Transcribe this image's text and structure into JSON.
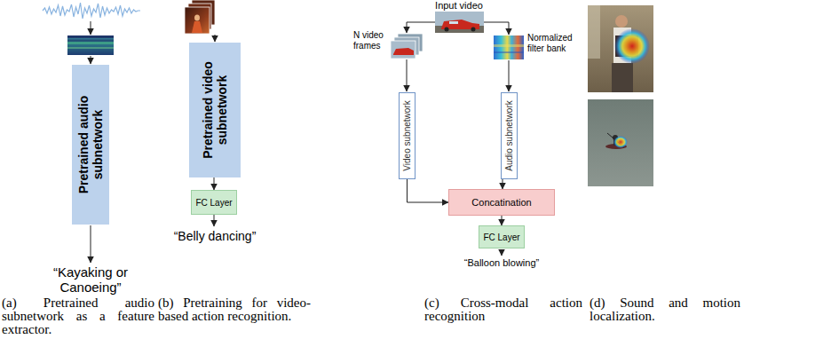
{
  "diagram": {
    "nodes": [
      {
        "text": [
          "Pretrained audio subnetwork"
        ]
      },
      {
        "text": [
          "Pretrained video subnetwork"
        ]
      },
      {
        "text": [
          "FC Layer"
        ]
      },
      {
        "text": [
          "Video subnetwork"
        ]
      },
      {
        "text": [
          "Audio subnetwork"
        ]
      },
      {
        "text": [
          "Concatination"
        ]
      },
      {
        "text": [
          "FC Layer"
        ]
      }
    ],
    "edges": [
      {
        "from": 1,
        "to": 2,
        "arrow": "to"
      },
      {
        "from": 3,
        "to": 5,
        "arrow": "to"
      },
      {
        "from": 4,
        "to": 5,
        "arrow": "to"
      },
      {
        "from": 5,
        "to": 6,
        "arrow": "to"
      }
    ],
    "labels": [
      "“Kayaking or Canoeing”",
      "“Belly dancing”",
      "Input video",
      "N video frames",
      "Normalized filter bank",
      "“Balloon blowing”",
      "(a) Pretrained audio subnetwork as a feature extractor.",
      "(b) Pretraining for video-based action recognition.",
      "(c) Cross-modal action recognition",
      "(d) Sound and motion localization."
    ]
  }
}
